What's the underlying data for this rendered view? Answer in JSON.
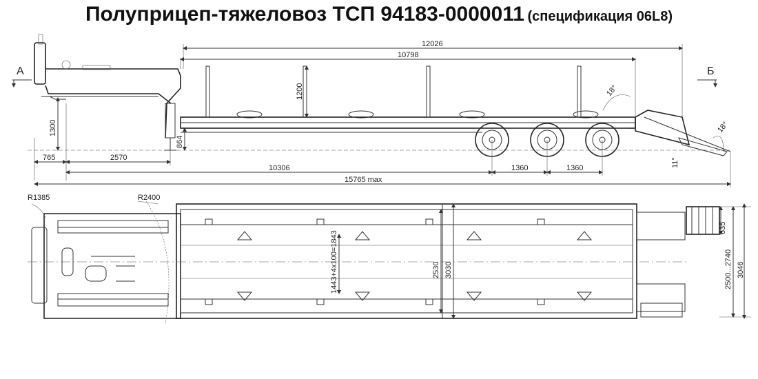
{
  "title": {
    "main": "Полуприцеп-тяжеловоз ТСП 94183-0000011",
    "spec": "(спецификация 06L8)"
  },
  "side_view": {
    "view_left": "А",
    "view_right": "Б",
    "dims": {
      "overall_platform": "12026",
      "deck_length": "10798",
      "stake_height": "1200",
      "gooseneck_height": "1300",
      "deck_height": "864",
      "front_overhang": "765",
      "kingpin_to_leg": "2570",
      "kingpin_to_axle": "10306",
      "axle_spacing_1": "1360",
      "axle_spacing_2": "1360",
      "total_length": "15765 max",
      "ramp_angle_1": "18°",
      "ramp_angle_2": "18°",
      "departure_angle": "11°"
    }
  },
  "top_view": {
    "dims": {
      "front_radius": "R1385",
      "swing_radius": "R2400",
      "lashing_spacing": "1443+4x100=1843",
      "inner_width": "2530",
      "outer_width": "3030",
      "ramp_width": "635",
      "width_range": "2500...2740",
      "max_width": "3046"
    }
  }
}
